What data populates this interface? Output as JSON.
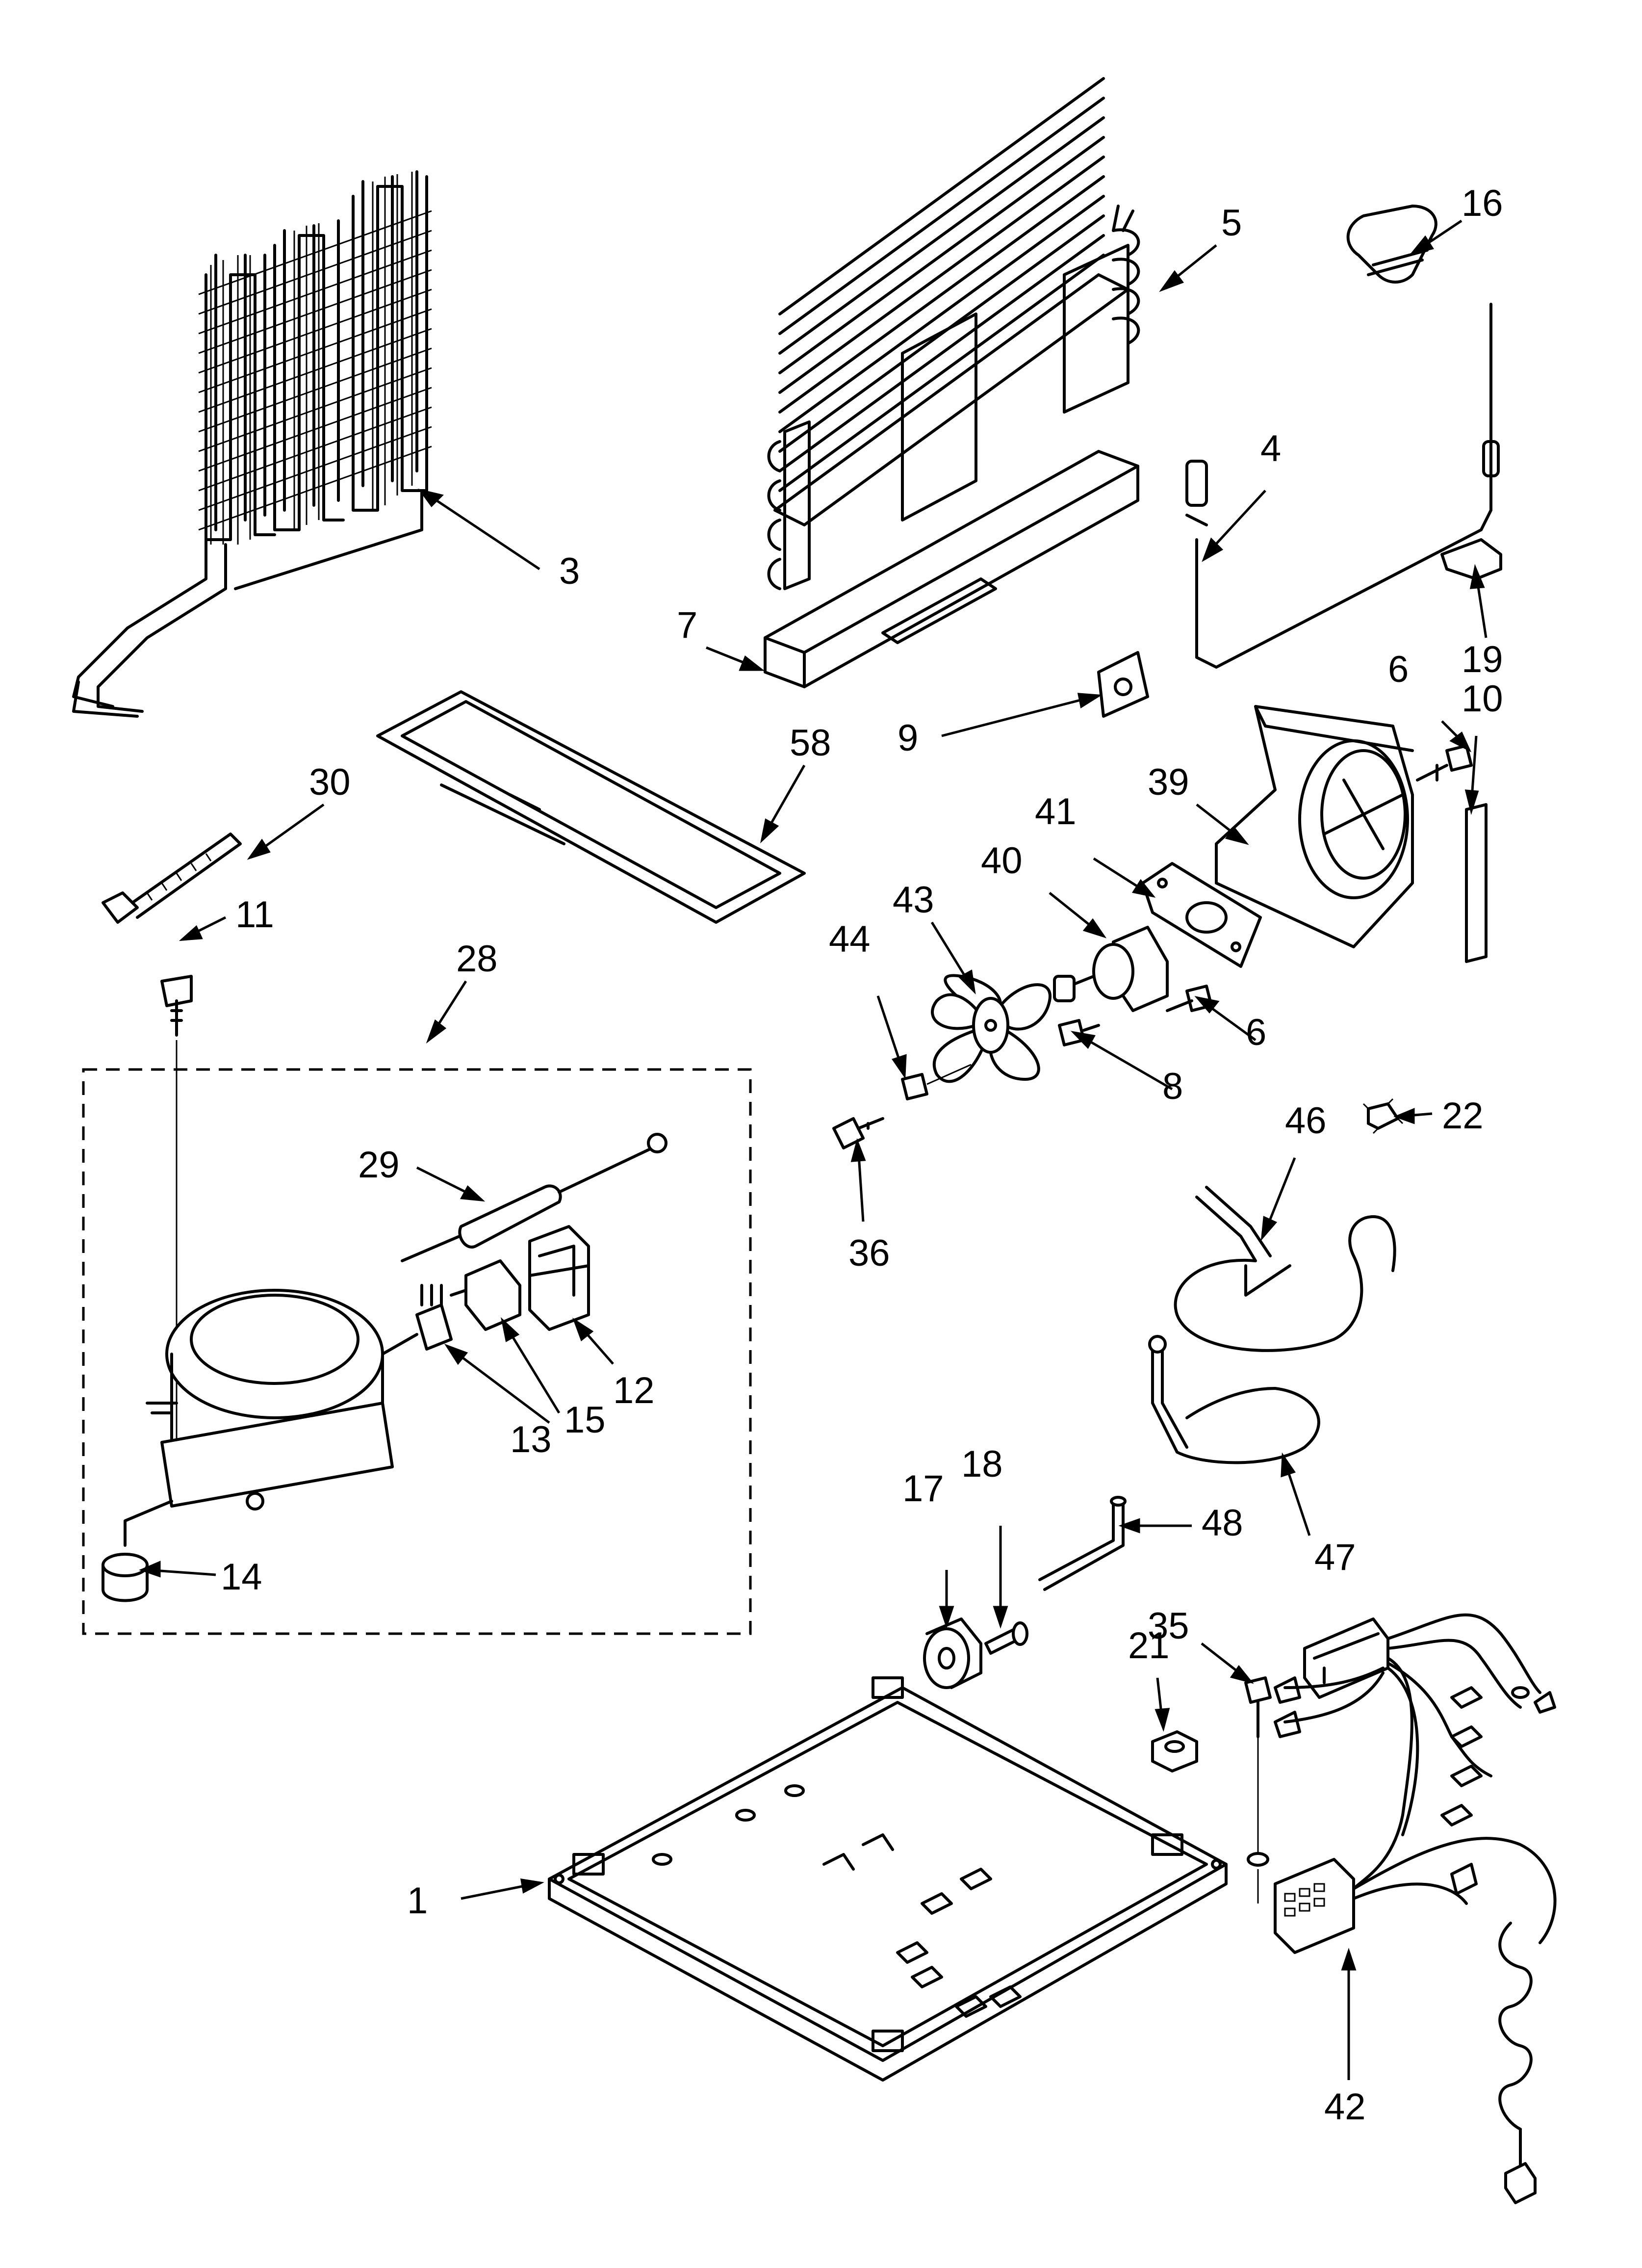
{
  "callouts": [
    {
      "id": "c1",
      "text": "1"
    },
    {
      "id": "c3",
      "text": "3"
    },
    {
      "id": "c4",
      "text": "4"
    },
    {
      "id": "c5",
      "text": "5"
    },
    {
      "id": "c6a",
      "text": "6"
    },
    {
      "id": "c6b",
      "text": "6"
    },
    {
      "id": "c7",
      "text": "7"
    },
    {
      "id": "c8",
      "text": "8"
    },
    {
      "id": "c9",
      "text": "9"
    },
    {
      "id": "c10",
      "text": "10"
    },
    {
      "id": "c11",
      "text": "11"
    },
    {
      "id": "c12",
      "text": "12"
    },
    {
      "id": "c13",
      "text": "13"
    },
    {
      "id": "c14",
      "text": "14"
    },
    {
      "id": "c15",
      "text": "15"
    },
    {
      "id": "c16",
      "text": "16"
    },
    {
      "id": "c17",
      "text": "17"
    },
    {
      "id": "c18",
      "text": "18"
    },
    {
      "id": "c19",
      "text": "19"
    },
    {
      "id": "c21",
      "text": "21"
    },
    {
      "id": "c22",
      "text": "22"
    },
    {
      "id": "c28",
      "text": "28"
    },
    {
      "id": "c29",
      "text": "29"
    },
    {
      "id": "c30",
      "text": "30"
    },
    {
      "id": "c35",
      "text": "35"
    },
    {
      "id": "c36",
      "text": "36"
    },
    {
      "id": "c39",
      "text": "39"
    },
    {
      "id": "c40",
      "text": "40"
    },
    {
      "id": "c41",
      "text": "41"
    },
    {
      "id": "c42",
      "text": "42"
    },
    {
      "id": "c43",
      "text": "43"
    },
    {
      "id": "c44",
      "text": "44"
    },
    {
      "id": "c46",
      "text": "46"
    },
    {
      "id": "c47",
      "text": "47"
    },
    {
      "id": "c48",
      "text": "48"
    },
    {
      "id": "c58",
      "text": "58"
    }
  ]
}
